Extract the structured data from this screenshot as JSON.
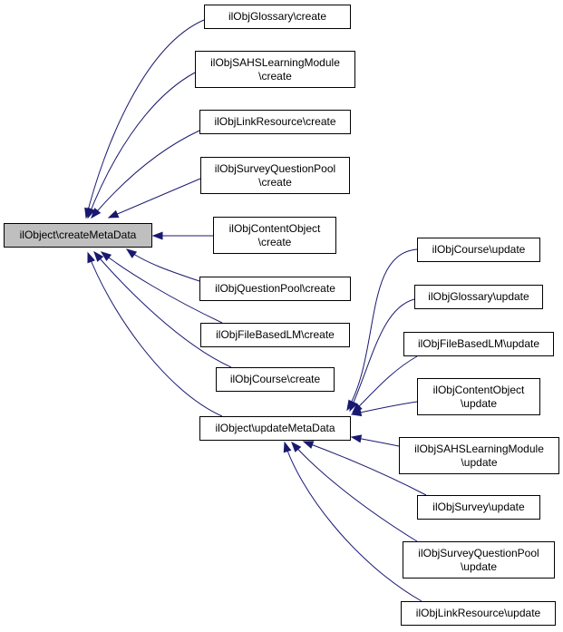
{
  "diagram": {
    "edge_color": "#191970",
    "root_fill": "#bfbfbf",
    "nodes": [
      {
        "id": "create_meta",
        "lines": [
          "ilObject\\createMetaData"
        ],
        "root": true
      },
      {
        "id": "glossary_create",
        "lines": [
          "ilObjGlossary\\create"
        ]
      },
      {
        "id": "sahs_create",
        "lines": [
          "ilObjSAHSLearningModule",
          "\\create"
        ]
      },
      {
        "id": "link_create",
        "lines": [
          "ilObjLinkResource\\create"
        ]
      },
      {
        "id": "surveyqp_create",
        "lines": [
          "ilObjSurveyQuestionPool",
          "\\create"
        ]
      },
      {
        "id": "content_create",
        "lines": [
          "ilObjContentObject",
          "\\create"
        ]
      },
      {
        "id": "qpool_create",
        "lines": [
          "ilObjQuestionPool\\create"
        ]
      },
      {
        "id": "filelm_create",
        "lines": [
          "ilObjFileBasedLM\\create"
        ]
      },
      {
        "id": "course_create",
        "lines": [
          "ilObjCourse\\create"
        ]
      },
      {
        "id": "update_meta",
        "lines": [
          "ilObject\\updateMetaData"
        ]
      },
      {
        "id": "course_update",
        "lines": [
          "ilObjCourse\\update"
        ]
      },
      {
        "id": "glossary_update",
        "lines": [
          "ilObjGlossary\\update"
        ]
      },
      {
        "id": "filelm_update",
        "lines": [
          "ilObjFileBasedLM\\update"
        ]
      },
      {
        "id": "content_update",
        "lines": [
          "ilObjContentObject",
          "\\update"
        ]
      },
      {
        "id": "sahs_update",
        "lines": [
          "ilObjSAHSLearningModule",
          "\\update"
        ]
      },
      {
        "id": "survey_update",
        "lines": [
          "ilObjSurvey\\update"
        ]
      },
      {
        "id": "surveyqp_update",
        "lines": [
          "ilObjSurveyQuestionPool",
          "\\update"
        ]
      },
      {
        "id": "link_update",
        "lines": [
          "ilObjLinkResource\\update"
        ]
      }
    ],
    "edges": [
      {
        "from": "glossary_create",
        "to": "create_meta"
      },
      {
        "from": "sahs_create",
        "to": "create_meta"
      },
      {
        "from": "link_create",
        "to": "create_meta"
      },
      {
        "from": "surveyqp_create",
        "to": "create_meta"
      },
      {
        "from": "content_create",
        "to": "create_meta"
      },
      {
        "from": "qpool_create",
        "to": "create_meta"
      },
      {
        "from": "filelm_create",
        "to": "create_meta"
      },
      {
        "from": "course_create",
        "to": "create_meta"
      },
      {
        "from": "update_meta",
        "to": "create_meta"
      },
      {
        "from": "course_update",
        "to": "update_meta"
      },
      {
        "from": "glossary_update",
        "to": "update_meta"
      },
      {
        "from": "filelm_update",
        "to": "update_meta"
      },
      {
        "from": "content_update",
        "to": "update_meta"
      },
      {
        "from": "sahs_update",
        "to": "update_meta"
      },
      {
        "from": "survey_update",
        "to": "update_meta"
      },
      {
        "from": "surveyqp_update",
        "to": "update_meta"
      },
      {
        "from": "link_update",
        "to": "update_meta"
      }
    ]
  }
}
